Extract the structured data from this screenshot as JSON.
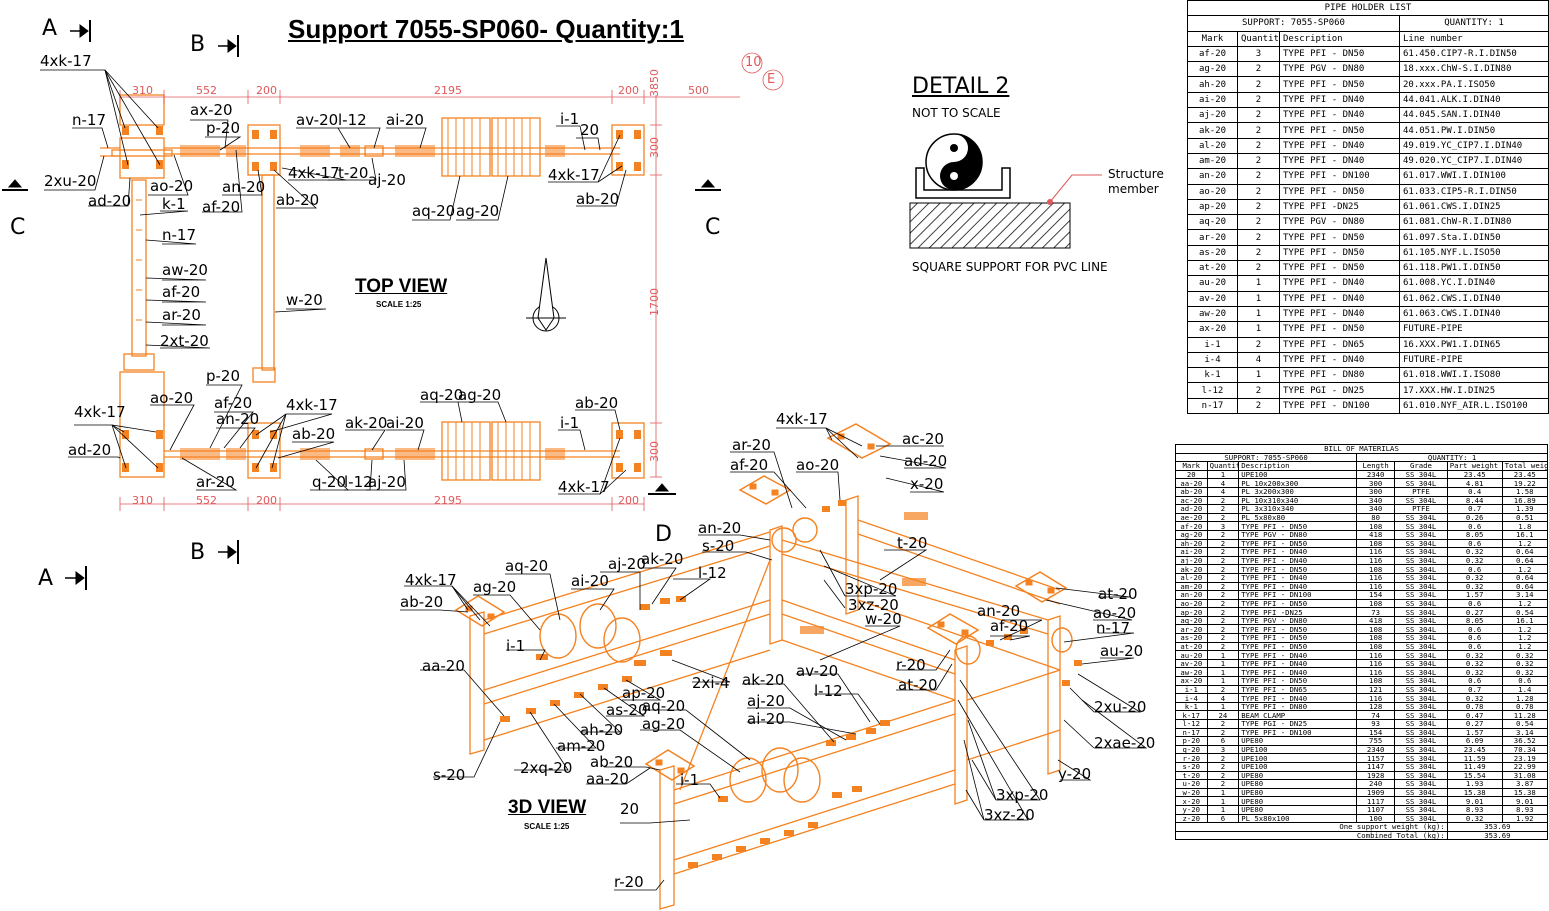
{
  "title": "Support 7055-SP060- Quantity:1",
  "colors": {
    "steel": "#f58220",
    "dim": "#e0585a",
    "line": "#000000"
  },
  "sections": {
    "a": "A",
    "b": "B",
    "c": "C",
    "d": "D"
  },
  "top_view": {
    "title": "TOP VIEW",
    "scale": "SCALE 1:25",
    "dims_top": [
      "310",
      "552",
      "200",
      "2195",
      "200",
      "500"
    ],
    "dims_bottom": [
      "310",
      "552",
      "200",
      "2195",
      "200"
    ],
    "dims_right": [
      "3850",
      "300",
      "1700",
      "300"
    ],
    "grid_num": "10",
    "grid_letter": "E",
    "labels": [
      "4xk-17",
      "n-17",
      "2xu-20",
      "ad-20",
      "ao-20",
      "k-1",
      "ax-20",
      "p-20",
      "af-20",
      "an-20",
      "ab-20",
      "av-20",
      "l-12",
      "ai-20",
      "4xk-17",
      "t-20",
      "aj-20",
      "aq-20",
      "ag-20",
      "i-1",
      "20",
      "4xk-17",
      "ab-20",
      "n-17",
      "aw-20",
      "af-20",
      "ar-20",
      "2xt-20",
      "w-20",
      "ao-20",
      "p-20",
      "af-20",
      "an-20",
      "4xk-17",
      "4xk-17",
      "ab-20",
      "ak-20",
      "ai-20",
      "aq-20",
      "ag-20",
      "ab-20",
      "i-1",
      "ad-20",
      "ar-20",
      "q-20",
      "l-12",
      "aj-20",
      "4xk-17"
    ]
  },
  "detail": {
    "head": "DETAIL 2",
    "sub": "NOT TO SCALE",
    "caption": "SQUARE SUPPORT FOR PVC LINE",
    "note1": "Structure",
    "note2": "member"
  },
  "view_3d": {
    "title": "3D VIEW",
    "scale": "SCALE 1:25",
    "labels": [
      "4xk-17",
      "ac-20",
      "ad-20",
      "ar-20",
      "af-20",
      "ao-20",
      "x-20",
      "an-20",
      "s-20",
      "t-20",
      "aq-20",
      "ai-20",
      "aj-20",
      "ak-20",
      "l-12",
      "4xk-17",
      "ag-20",
      "ab-20",
      "3xp-20",
      "3xz-20",
      "w-20",
      "at-20",
      "ao-20",
      "n-17",
      "au-20",
      "an-20",
      "af-20",
      "i-1",
      "r-20",
      "at-20",
      "2xi-4",
      "aa-20",
      "ap-20",
      "as-20",
      "ah-20",
      "am-20",
      "ak-20",
      "av-20",
      "l-12",
      "aq-20",
      "aj-20",
      "ag-20",
      "ai-20",
      "2xu-20",
      "2xae-20",
      "2xq-20",
      "ab-20",
      "aa-20",
      "s-20",
      "i-1",
      "y-20",
      "3xp-20",
      "3xz-20",
      "20",
      "r-20"
    ]
  },
  "pipe_holder": {
    "title": "PIPE HOLDER LIST",
    "support": "SUPPORT: 7055-SP060",
    "quantity": "QUANTITY: 1",
    "headers": [
      "Mark",
      "Quantity",
      "Description",
      "Line number"
    ],
    "rows": [
      [
        "af-20",
        "3",
        "TYPE PFI - DN50",
        "61.450.CIP7-R.I.DIN50"
      ],
      [
        "ag-20",
        "2",
        "TYPE PGV - DN80",
        "18.xxx.ChW-S.I.DIN80"
      ],
      [
        "ah-20",
        "2",
        "TYPE PFI - DN50",
        "20.xxx.PA.I.ISO50"
      ],
      [
        "ai-20",
        "2",
        "TYPE PFI - DN40",
        "44.041.ALK.I.DIN40"
      ],
      [
        "aj-20",
        "2",
        "TYPE PFI - DN40",
        "44.045.SAN.I.DIN40"
      ],
      [
        "ak-20",
        "2",
        "TYPE PFI - DN50",
        "44.051.PW.I.DIN50"
      ],
      [
        "al-20",
        "2",
        "TYPE PFI - DN40",
        "49.019.YC_CIP7.I.DIN40"
      ],
      [
        "am-20",
        "2",
        "TYPE PFI - DN40",
        "49.020.YC_CIP7.I.DIN40"
      ],
      [
        "an-20",
        "2",
        "TYPE PFI - DN100",
        "61.017.WWI.I.DIN100"
      ],
      [
        "ao-20",
        "2",
        "TYPE PFI - DN50",
        "61.033.CIP5-R.I.DIN50"
      ],
      [
        "ap-20",
        "2",
        "TYPE PFI -DN25",
        "61.061.CWS.I.DIN25"
      ],
      [
        "aq-20",
        "2",
        "TYPE PGV - DN80",
        "61.081.ChW-R.I.DIN80"
      ],
      [
        "ar-20",
        "2",
        "TYPE PFI - DN50",
        "61.097.Sta.I.DIN50"
      ],
      [
        "as-20",
        "2",
        "TYPE PFI - DN50",
        "61.105.NYF.L.ISO50"
      ],
      [
        "at-20",
        "2",
        "TYPE PFI - DN50",
        "61.118.PW1.I.DIN50"
      ],
      [
        "au-20",
        "1",
        "TYPE PFI - DN40",
        "61.008.YC.I.DIN40"
      ],
      [
        "av-20",
        "1",
        "TYPE PFI - DN40",
        "61.062.CWS.I.DIN40"
      ],
      [
        "aw-20",
        "1",
        "TYPE PFI - DN40",
        "61.063.CWS.I.DIN40"
      ],
      [
        "ax-20",
        "1",
        "TYPE PFI - DN50",
        "FUTURE-PIPE"
      ],
      [
        "i-1",
        "2",
        "TYPE PFI - DN65",
        "16.XXX.PW1.I.DIN65"
      ],
      [
        "i-4",
        "4",
        "TYPE PFI - DN40",
        "FUTURE-PIPE"
      ],
      [
        "k-1",
        "1",
        "TYPE PFI - DN80",
        "61.018.WWI.I.ISO80"
      ],
      [
        "l-12",
        "2",
        "TYPE PGI - DN25",
        "17.XXX.HW.I.DIN25"
      ],
      [
        "n-17",
        "2",
        "TYPE PFI - DN100",
        "61.010.NYF_AIR.L.ISO100"
      ]
    ]
  },
  "bom": {
    "title": "BILL OF MATERILAS",
    "support": "SUPPORT: 7055-SP060",
    "quantity": "QUANTITY: 1",
    "headers": [
      "Mark",
      "Quantity",
      "Description",
      "Length",
      "Grade",
      "Part weight",
      "Total weight"
    ],
    "rows": [
      [
        "20",
        "1",
        "UPE100",
        "2340",
        "SS 304L",
        "23.45",
        "23.45"
      ],
      [
        "aa-20",
        "4",
        "PL 10x200x300",
        "300",
        "SS 304L",
        "4.81",
        "19.22"
      ],
      [
        "ab-20",
        "4",
        "PL 3x200x300",
        "300",
        "PTFE",
        "0.4",
        "1.58"
      ],
      [
        "ac-20",
        "2",
        "PL 10x310x340",
        "340",
        "SS 304L",
        "8.44",
        "16.89"
      ],
      [
        "ad-20",
        "2",
        "PL 3x310x340",
        "340",
        "PTFE",
        "0.7",
        "1.39"
      ],
      [
        "ae-20",
        "2",
        "PL 5x80x80",
        "80",
        "SS 304L",
        "0.26",
        "0.51"
      ],
      [
        "af-20",
        "3",
        "TYPE PFI - DN50",
        "108",
        "SS 304L",
        "0.6",
        "1.8"
      ],
      [
        "ag-20",
        "2",
        "TYPE PGV - DN80",
        "418",
        "SS 304L",
        "8.05",
        "16.1"
      ],
      [
        "ah-20",
        "2",
        "TYPE PFI - DN50",
        "108",
        "SS 304L",
        "0.6",
        "1.2"
      ],
      [
        "ai-20",
        "2",
        "TYPE PFI - DN40",
        "116",
        "SS 304L",
        "0.32",
        "0.64"
      ],
      [
        "aj-20",
        "2",
        "TYPE PFI - DN40",
        "116",
        "SS 304L",
        "0.32",
        "0.64"
      ],
      [
        "ak-20",
        "2",
        "TYPE PFI - DN50",
        "108",
        "SS 304L",
        "0.6",
        "1.2"
      ],
      [
        "al-20",
        "2",
        "TYPE PFI - DN40",
        "116",
        "SS 304L",
        "0.32",
        "0.64"
      ],
      [
        "am-20",
        "2",
        "TYPE PFI - DN40",
        "116",
        "SS 304L",
        "0.32",
        "0.64"
      ],
      [
        "an-20",
        "2",
        "TYPE PFI - DN100",
        "154",
        "SS 304L",
        "1.57",
        "3.14"
      ],
      [
        "ao-20",
        "2",
        "TYPE PFI - DN50",
        "108",
        "SS 304L",
        "0.6",
        "1.2"
      ],
      [
        "ap-20",
        "2",
        "TYPE PFI -DN25",
        "73",
        "SS 304L",
        "0.27",
        "0.54"
      ],
      [
        "aq-20",
        "2",
        "TYPE PGV - DN80",
        "418",
        "SS 304L",
        "8.05",
        "16.1"
      ],
      [
        "ar-20",
        "2",
        "TYPE PFI - DN50",
        "108",
        "SS 304L",
        "0.6",
        "1.2"
      ],
      [
        "as-20",
        "2",
        "TYPE PFI - DN50",
        "108",
        "SS 304L",
        "0.6",
        "1.2"
      ],
      [
        "at-20",
        "2",
        "TYPE PFI - DN50",
        "108",
        "SS 304L",
        "0.6",
        "1.2"
      ],
      [
        "au-20",
        "1",
        "TYPE PFI - DN40",
        "116",
        "SS 304L",
        "0.32",
        "0.32"
      ],
      [
        "av-20",
        "1",
        "TYPE PFI - DN40",
        "116",
        "SS 304L",
        "0.32",
        "0.32"
      ],
      [
        "aw-20",
        "1",
        "TYPE PFI - DN40",
        "116",
        "SS 304L",
        "0.32",
        "0.32"
      ],
      [
        "ax-20",
        "1",
        "TYPE PFI - DN50",
        "108",
        "SS 304L",
        "0.6",
        "0.6"
      ],
      [
        "i-1",
        "2",
        "TYPE PFI - DN65",
        "121",
        "SS 304L",
        "0.7",
        "1.4"
      ],
      [
        "i-4",
        "4",
        "TYPE PFI - DN40",
        "116",
        "SS 304L",
        "0.32",
        "1.28"
      ],
      [
        "k-1",
        "1",
        "TYPE PFI - DN80",
        "128",
        "SS 304L",
        "0.78",
        "0.78"
      ],
      [
        "k-17",
        "24",
        "BEAM CLAMP",
        "74",
        "SS 304L",
        "0.47",
        "11.28"
      ],
      [
        "l-12",
        "2",
        "TYPE PGI - DN25",
        "93",
        "SS 304L",
        "0.27",
        "0.54"
      ],
      [
        "n-17",
        "2",
        "TYPE PFI - DN100",
        "154",
        "SS 304L",
        "1.57",
        "3.14"
      ],
      [
        "p-20",
        "6",
        "UPE80",
        "755",
        "SS 304L",
        "6.09",
        "36.52"
      ],
      [
        "q-20",
        "3",
        "UPE100",
        "2340",
        "SS 304L",
        "23.45",
        "70.34"
      ],
      [
        "r-20",
        "2",
        "UPE100",
        "1157",
        "SS 304L",
        "11.59",
        "23.19"
      ],
      [
        "s-20",
        "2",
        "UPE100",
        "1147",
        "SS 304L",
        "11.49",
        "22.99"
      ],
      [
        "t-20",
        "2",
        "UPE80",
        "1928",
        "SS 304L",
        "15.54",
        "31.08"
      ],
      [
        "u-20",
        "2",
        "UPE80",
        "240",
        "SS 304L",
        "1.93",
        "3.87"
      ],
      [
        "w-20",
        "1",
        "UPE80",
        "1909",
        "SS 304L",
        "15.38",
        "15.38"
      ],
      [
        "x-20",
        "1",
        "UPE80",
        "1117",
        "SS 304L",
        "9.01",
        "9.01"
      ],
      [
        "y-20",
        "1",
        "UPE80",
        "1107",
        "SS 304L",
        "8.93",
        "8.93"
      ],
      [
        "z-20",
        "6",
        "PL 5x80x100",
        "100",
        "SS 304L",
        "0.32",
        "1.92"
      ]
    ],
    "one_weight_label": "One support weight (kg):",
    "one_weight": "353.69",
    "combined_label": "Combined Total (kg):",
    "combined": "353.69"
  }
}
